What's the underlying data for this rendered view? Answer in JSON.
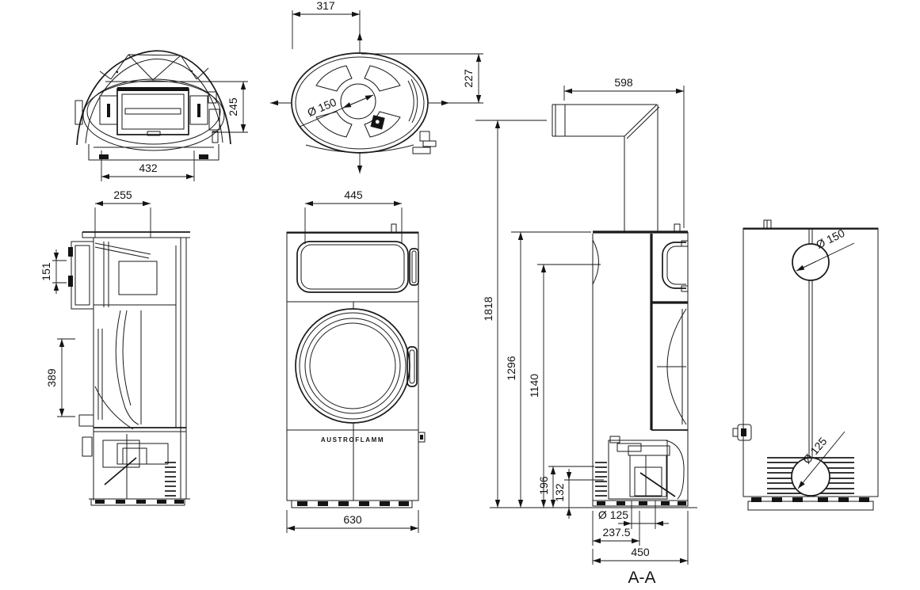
{
  "drawing": {
    "brand_label": "AUSTROFLAMM",
    "views": {
      "top_front": {
        "width": "432",
        "height": "245"
      },
      "top_plan": {
        "center_offset": "317",
        "rear_offset": "227",
        "flue_diameter": "Ø 150"
      },
      "side_section": {
        "top_depth": "255",
        "upper_height": "151",
        "glass_height": "389"
      },
      "front": {
        "window_width": "445",
        "body_width": "630"
      },
      "section_aa": {
        "label": "A-A",
        "pipe_length": "598",
        "total_height": "1818",
        "body_height": "1296",
        "flue_center_height": "1140",
        "auger_height": "196",
        "intake_height": "132",
        "intake_diameter": "Ø 125",
        "intake_offset": "237.5",
        "body_depth": "450"
      },
      "rear": {
        "flue_diameter": "Ø 150",
        "intake_diameter": "Ø 125"
      }
    }
  }
}
